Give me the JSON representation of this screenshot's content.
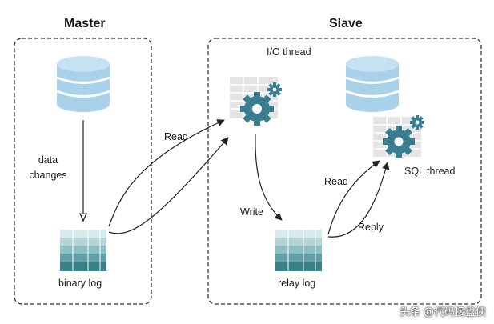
{
  "master": {
    "title": "Master",
    "data_changes_line1": "data",
    "data_changes_line2": "changes",
    "binary_log": "binary log"
  },
  "slave": {
    "title": "Slave",
    "io_thread": "I/O thread",
    "sql_thread": "SQL thread",
    "relay_log": "relay log"
  },
  "arrows": {
    "read_master": "Read",
    "write": "Write",
    "read_relay": "Read",
    "reply": "Reply"
  },
  "watermark": "头条 @代码接盘侠",
  "colors": {
    "db_blue": "#a9d1ea",
    "gear_teal": "#3a7d91",
    "log_gradient": [
      "#d8eae9",
      "#b5d5d6",
      "#8ebfc2",
      "#62a1a8",
      "#3a7f8a"
    ],
    "grid_gray": "#d9d9d9",
    "border": "#333333"
  }
}
